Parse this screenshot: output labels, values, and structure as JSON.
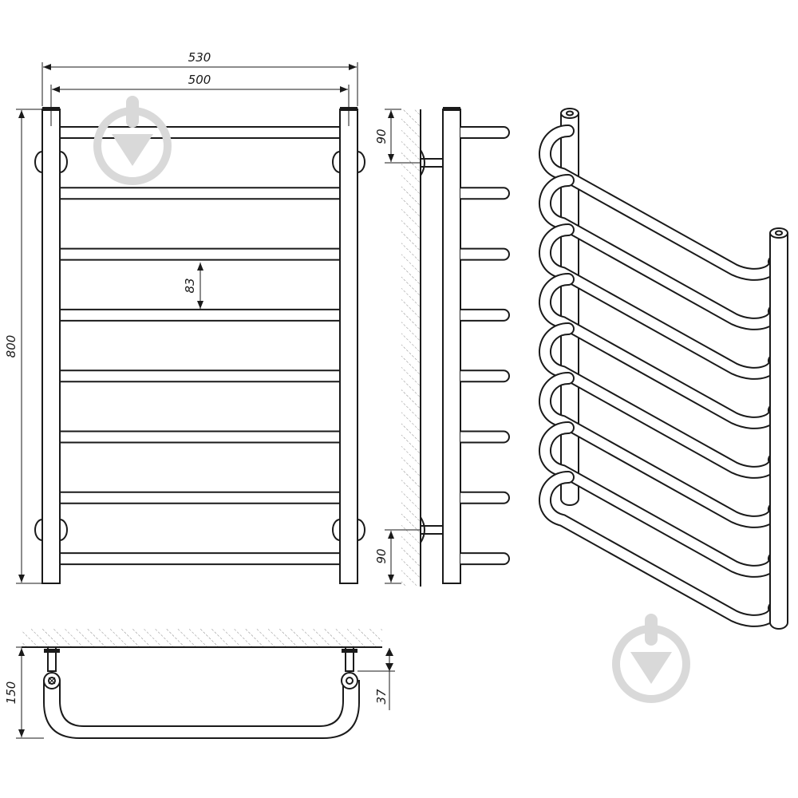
{
  "dimensions": {
    "overall_width": "530",
    "rail_width": "500",
    "rail_pitch": "83",
    "overall_height": "800",
    "top_bracket_offset": "90",
    "bottom_bracket_offset": "90",
    "depth": "150",
    "bracket_depth": "37"
  },
  "front_view": {
    "rails": 8
  },
  "side_view": {
    "rails": 8
  },
  "iso_view": {
    "rails": 8
  },
  "colors": {
    "line": "#1a1a1a",
    "watermark": "#d9d9d9",
    "hatch": "#888888"
  }
}
